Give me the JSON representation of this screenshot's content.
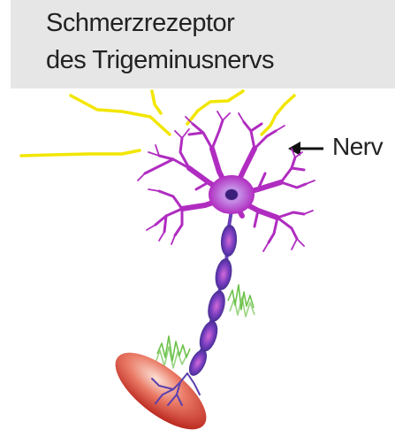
{
  "title": {
    "line1": "Schmerzrezeptor",
    "line2": "des Trigeminusnervs"
  },
  "labels": {
    "nerve": "Nerv"
  },
  "colors": {
    "title_background": "#e6e6e6",
    "nerve_fibers": "#f2e600",
    "neuron": "#b02cc0",
    "soma_glow": "#d7a8f2",
    "axon_segments": "#5a3fb0",
    "membrane_disc": "#d94a3a",
    "signal_waves": "#6cc24a"
  }
}
